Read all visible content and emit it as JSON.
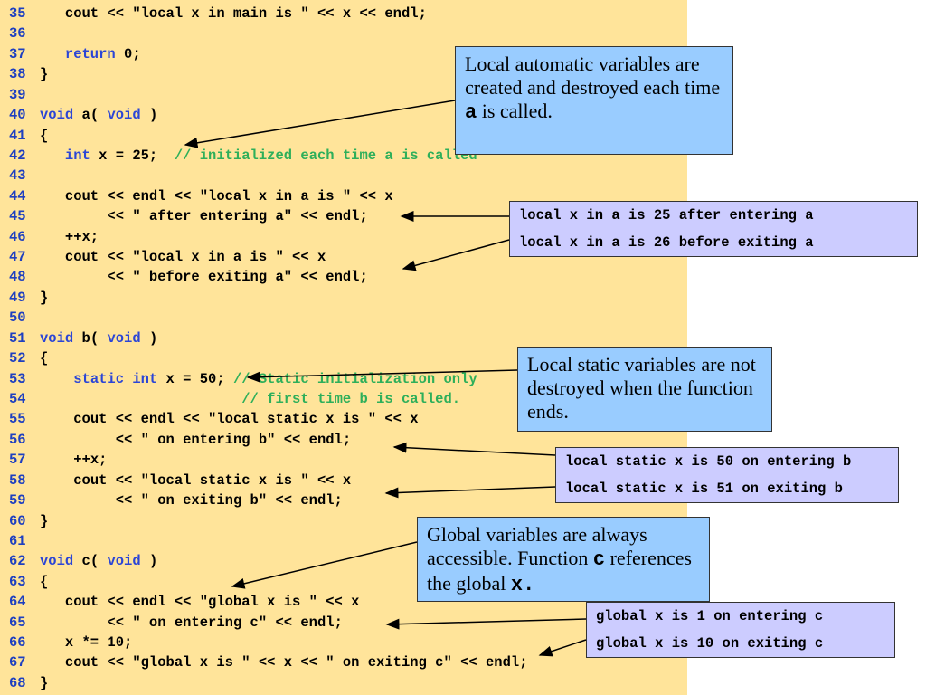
{
  "code_lines": [
    {
      "num": "35",
      "indent": "   ",
      "parts": [
        {
          "t": "plain",
          "v": "cout << \"local x in main is \" << x << endl;"
        }
      ]
    },
    {
      "num": "36",
      "indent": "",
      "parts": []
    },
    {
      "num": "37",
      "indent": "   ",
      "parts": [
        {
          "t": "kw",
          "v": "return"
        },
        {
          "t": "plain",
          "v": " 0;"
        }
      ]
    },
    {
      "num": "38",
      "indent": "",
      "parts": [
        {
          "t": "plain",
          "v": "}"
        }
      ]
    },
    {
      "num": "39",
      "indent": "",
      "parts": []
    },
    {
      "num": "40",
      "indent": "",
      "parts": [
        {
          "t": "kw",
          "v": "void"
        },
        {
          "t": "plain",
          "v": " a( "
        },
        {
          "t": "kw",
          "v": "void"
        },
        {
          "t": "plain",
          "v": " )"
        }
      ]
    },
    {
      "num": "41",
      "indent": "",
      "parts": [
        {
          "t": "plain",
          "v": "{"
        }
      ]
    },
    {
      "num": "42",
      "indent": "   ",
      "parts": [
        {
          "t": "kw",
          "v": "int"
        },
        {
          "t": "plain",
          "v": " x = 25;  "
        },
        {
          "t": "cm",
          "v": "// initialized each time a is called"
        }
      ]
    },
    {
      "num": "43",
      "indent": "",
      "parts": []
    },
    {
      "num": "44",
      "indent": "   ",
      "parts": [
        {
          "t": "plain",
          "v": "cout << endl << \"local x in a is \" << x"
        }
      ]
    },
    {
      "num": "45",
      "indent": "        ",
      "parts": [
        {
          "t": "plain",
          "v": "<< \" after entering a\" << endl;"
        }
      ]
    },
    {
      "num": "46",
      "indent": "   ",
      "parts": [
        {
          "t": "plain",
          "v": "++x;"
        }
      ]
    },
    {
      "num": "47",
      "indent": "   ",
      "parts": [
        {
          "t": "plain",
          "v": "cout << \"local x in a is \" << x"
        }
      ]
    },
    {
      "num": "48",
      "indent": "        ",
      "parts": [
        {
          "t": "plain",
          "v": "<< \" before exiting a\" << endl;"
        }
      ]
    },
    {
      "num": "49",
      "indent": "",
      "parts": [
        {
          "t": "plain",
          "v": "}"
        }
      ]
    },
    {
      "num": "50",
      "indent": "",
      "parts": []
    },
    {
      "num": "51",
      "indent": "",
      "parts": [
        {
          "t": "kw",
          "v": "void"
        },
        {
          "t": "plain",
          "v": " b( "
        },
        {
          "t": "kw",
          "v": "void"
        },
        {
          "t": "plain",
          "v": " )"
        }
      ]
    },
    {
      "num": "52",
      "indent": "",
      "parts": [
        {
          "t": "plain",
          "v": "{"
        }
      ]
    },
    {
      "num": "53",
      "indent": "    ",
      "parts": [
        {
          "t": "kw",
          "v": "static"
        },
        {
          "t": "plain",
          "v": " "
        },
        {
          "t": "kw",
          "v": "int"
        },
        {
          "t": "plain",
          "v": " x = 50; "
        },
        {
          "t": "cm",
          "v": "// Static initialization only"
        }
      ]
    },
    {
      "num": "54",
      "indent": "                        ",
      "parts": [
        {
          "t": "cm",
          "v": "// first time b is called."
        }
      ]
    },
    {
      "num": "55",
      "indent": "    ",
      "parts": [
        {
          "t": "plain",
          "v": "cout << endl << \"local static x is \" << x"
        }
      ]
    },
    {
      "num": "56",
      "indent": "         ",
      "parts": [
        {
          "t": "plain",
          "v": "<< \" on entering b\" << endl;"
        }
      ]
    },
    {
      "num": "57",
      "indent": "    ",
      "parts": [
        {
          "t": "plain",
          "v": "++x;"
        }
      ]
    },
    {
      "num": "58",
      "indent": "    ",
      "parts": [
        {
          "t": "plain",
          "v": "cout << \"local static x is \" << x"
        }
      ]
    },
    {
      "num": "59",
      "indent": "         ",
      "parts": [
        {
          "t": "plain",
          "v": "<< \" on exiting b\" << endl;"
        }
      ]
    },
    {
      "num": "60",
      "indent": "",
      "parts": [
        {
          "t": "plain",
          "v": "}"
        }
      ]
    },
    {
      "num": "61",
      "indent": "",
      "parts": []
    },
    {
      "num": "62",
      "indent": "",
      "parts": [
        {
          "t": "kw",
          "v": "void"
        },
        {
          "t": "plain",
          "v": " c( "
        },
        {
          "t": "kw",
          "v": "void"
        },
        {
          "t": "plain",
          "v": " )"
        }
      ]
    },
    {
      "num": "63",
      "indent": "",
      "parts": [
        {
          "t": "plain",
          "v": "{"
        }
      ]
    },
    {
      "num": "64",
      "indent": "   ",
      "parts": [
        {
          "t": "plain",
          "v": "cout << endl << \"global x is \" << x"
        }
      ]
    },
    {
      "num": "65",
      "indent": "        ",
      "parts": [
        {
          "t": "plain",
          "v": "<< \" on entering c\" << endl;"
        }
      ]
    },
    {
      "num": "66",
      "indent": "   ",
      "parts": [
        {
          "t": "plain",
          "v": "x *= 10;"
        }
      ]
    },
    {
      "num": "67",
      "indent": "   ",
      "parts": [
        {
          "t": "plain",
          "v": "cout << \"global x is \" << x << \" on exiting c\" << endl;"
        }
      ]
    },
    {
      "num": "68",
      "indent": "",
      "parts": [
        {
          "t": "plain",
          "v": "}"
        }
      ]
    }
  ],
  "callouts": {
    "automatic": {
      "text_1": "Local automatic variables are created and destroyed each time ",
      "code": "a",
      "text_2": " is called."
    },
    "static": {
      "text": "Local static variables are not destroyed when the function ends."
    },
    "global": {
      "text_1": "Global variables are always accessible. Function ",
      "code_1": "c",
      "text_2": " references the global ",
      "code_2": "x."
    }
  },
  "outputs": {
    "a": [
      "local x in a is 25 after entering a",
      "local x in a is 26 before exiting a"
    ],
    "b": [
      "local static x is 50 on entering b",
      "local static x is 51 on exiting b"
    ],
    "c": [
      "global x is 1 on entering c",
      "global x is 10 on exiting c"
    ]
  },
  "colors": {
    "code_background": "#FFE49A",
    "callout_background": "#99CCFF",
    "output_background": "#CCCCFF",
    "keyword": "#2B45D6",
    "comment": "#2EAF5A",
    "line_number": "#1E3FC0"
  }
}
